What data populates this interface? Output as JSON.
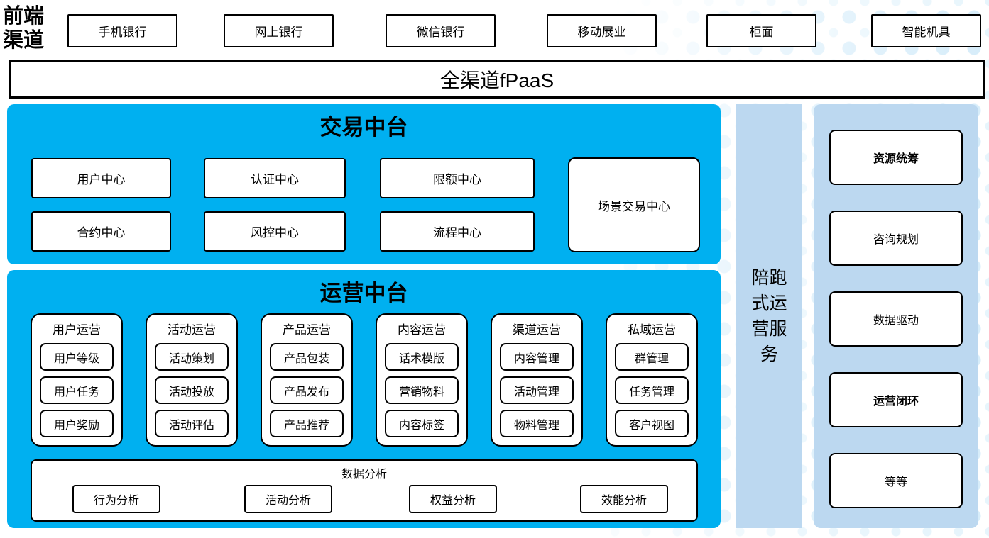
{
  "colors": {
    "primary_blue": "#00b0f0",
    "light_blue": "#bcd8f0",
    "dot_pattern": "#d7edfa",
    "box_border": "#000000"
  },
  "front_channels": {
    "label": "前端\n渠道",
    "items": [
      "手机银行",
      "网上银行",
      "微信银行",
      "移动展业",
      "柜面",
      "智能机具"
    ]
  },
  "fpaas": {
    "title": "全渠道fPaaS"
  },
  "trade_platform": {
    "title": "交易中台",
    "row1": [
      "用户中心",
      "认证中心",
      "限额中心"
    ],
    "row2": [
      "合约中心",
      "风控中心",
      "流程中心"
    ],
    "tall_box": "场景交易中心"
  },
  "operation_platform": {
    "title": "运营中台",
    "columns": [
      {
        "title": "用户运营",
        "items": [
          "用户等级",
          "用户任务",
          "用户奖励"
        ]
      },
      {
        "title": "活动运营",
        "items": [
          "活动策划",
          "活动投放",
          "活动评估"
        ]
      },
      {
        "title": "产品运营",
        "items": [
          "产品包装",
          "产品发布",
          "产品推荐"
        ]
      },
      {
        "title": "内容运营",
        "items": [
          "话术模版",
          "营销物料",
          "内容标签"
        ]
      },
      {
        "title": "渠道运营",
        "items": [
          "内容管理",
          "活动管理",
          "物料管理"
        ]
      },
      {
        "title": "私域运营",
        "items": [
          "群管理",
          "任务管理",
          "客户视图"
        ]
      }
    ],
    "analysis": {
      "title": "数据分析",
      "items": [
        "行为分析",
        "活动分析",
        "权益分析",
        "效能分析"
      ]
    }
  },
  "companion_service": {
    "title": "陪跑\n式运\n营服\n务"
  },
  "right_panel": {
    "items": [
      {
        "label": "资源统筹"
      },
      {
        "label": "咨询规划"
      },
      {
        "label": "数据驱动"
      },
      {
        "label": "运营闭环"
      },
      {
        "label": "等等"
      }
    ]
  }
}
